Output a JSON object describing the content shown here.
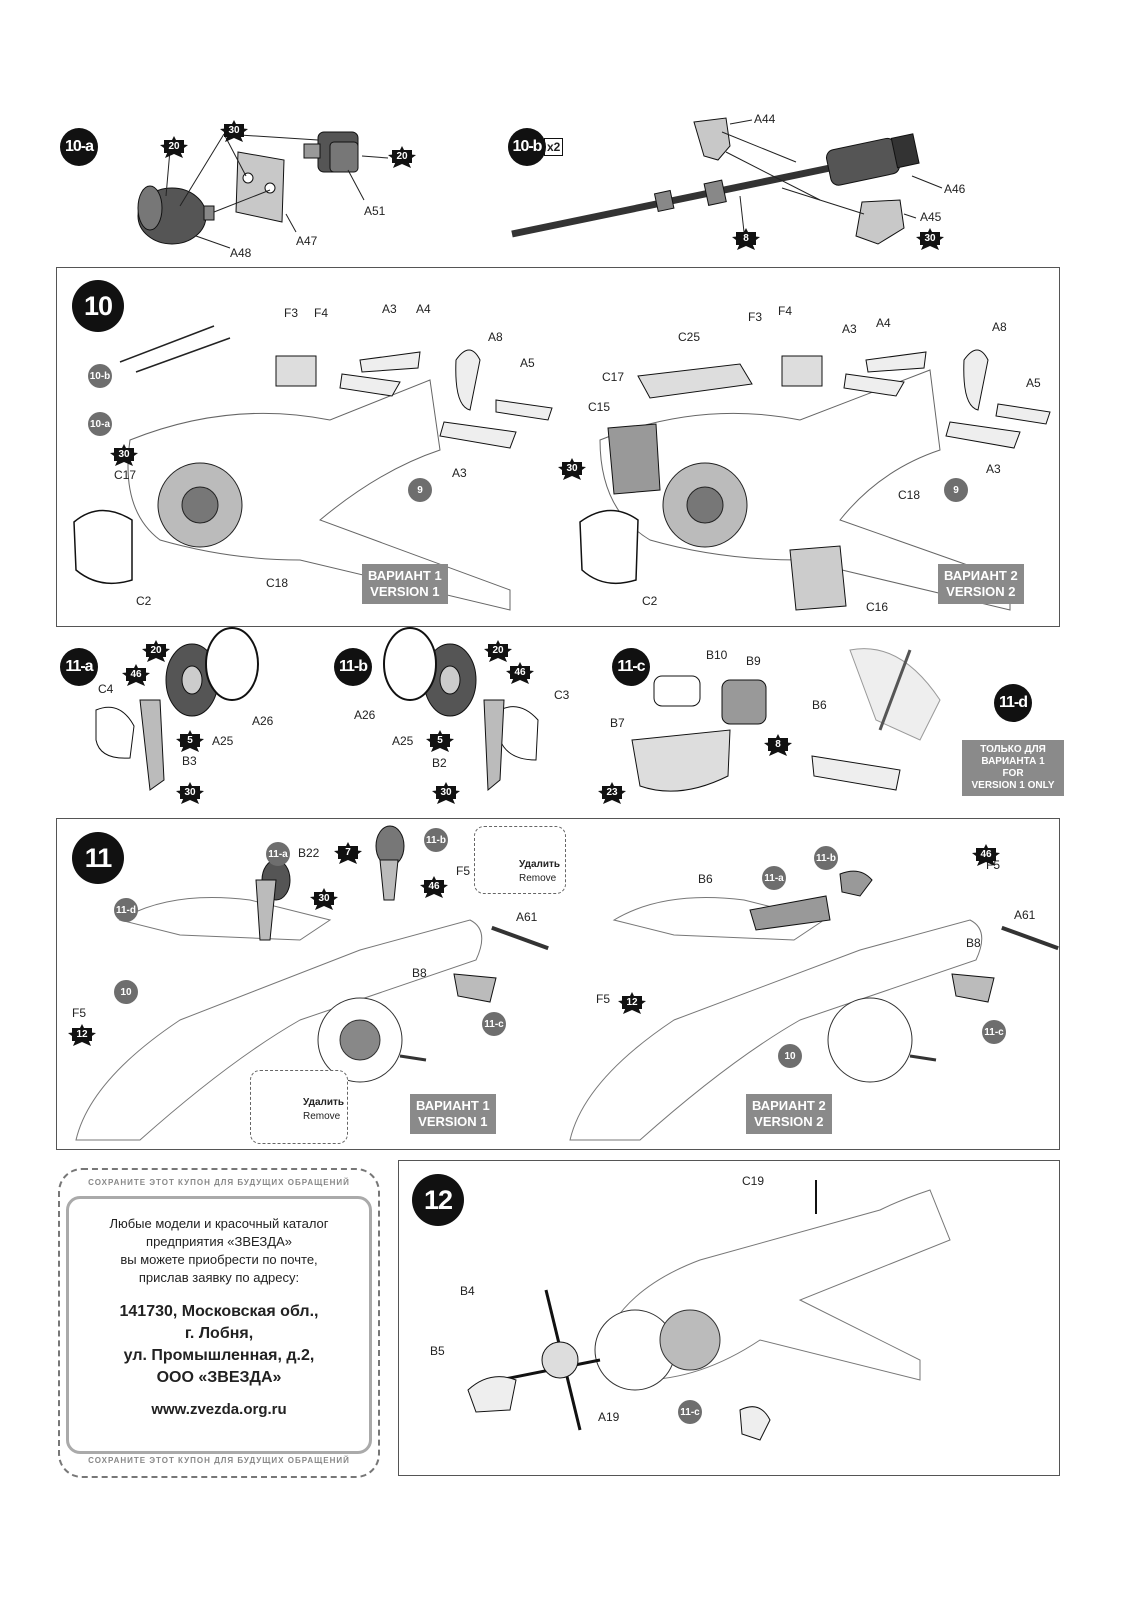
{
  "steps": {
    "s10a": "10-a",
    "s10b": "10-b",
    "s10b_mult": "x2",
    "s10": "10",
    "s11a": "11-a",
    "s11b": "11-b",
    "s11c": "11-c",
    "s11d": "11-d",
    "s11": "11",
    "s12": "12"
  },
  "sub_refs": {
    "r10b": "10-b",
    "r10a": "10-a",
    "r9a": "9",
    "r9b": "9",
    "r11d": "11-d",
    "r11a_1": "11-a",
    "r11b_1": "11-b",
    "r10_1": "10",
    "r11c_1": "11-c",
    "r11a_2": "11-a",
    "r11b_2": "11-b",
    "r10_2": "10",
    "r11c_2": "11-c",
    "r11c_3": "11-c"
  },
  "stars": {
    "st10a_20a": "20",
    "st10a_30": "30",
    "st10a_20b": "20",
    "st10b_8": "8",
    "st10b_30": "30",
    "st10_30a": "30",
    "st10_30b": "30",
    "st11a_20": "20",
    "st11a_46": "46",
    "st11a_5": "5",
    "st11a_30": "30",
    "st11b_20": "20",
    "st11b_46": "46",
    "st11b_5": "5",
    "st11b_30": "30",
    "st11c_8": "8",
    "st11c_23": "23",
    "st11_7": "7",
    "st11_30": "30",
    "st11_46a": "46",
    "st11_12a": "12",
    "st11_46b": "46",
    "st11_12b": "12"
  },
  "labels": {
    "a51": "A51",
    "a47": "A47",
    "a48": "A48",
    "a44": "A44",
    "a46": "A46",
    "a45": "A45",
    "f3a": "F3",
    "f4a": "F4",
    "a3a": "A3",
    "a4a": "A4",
    "a8a": "A8",
    "a5a": "A5",
    "a3b": "A3",
    "c17a": "C17",
    "c18a": "C18",
    "c2a": "C2",
    "c25": "C25",
    "c17b": "C17",
    "c15": "C15",
    "f3b": "F3",
    "f4b": "F4",
    "a3c": "A3",
    "a4b": "A4",
    "a8b": "A8",
    "a5b": "A5",
    "a3d": "A3",
    "c18b": "C18",
    "c2b": "C2",
    "c16": "C16",
    "c4": "C4",
    "a26a": "A26",
    "a25a": "A25",
    "b3": "B3",
    "a26b": "A26",
    "a25b": "A25",
    "b2": "B2",
    "c3": "C3",
    "b10": "B10",
    "b9": "B9",
    "b7": "B7",
    "b6a": "B6",
    "b22": "B22",
    "f5a": "F5",
    "a61a": "A61",
    "b8a": "B8",
    "f5b": "F5",
    "b6b": "B6",
    "f5c": "F5",
    "a61b": "A61",
    "b8b": "B8",
    "f5d": "F5",
    "c19": "C19",
    "b4": "B4",
    "b5": "B5",
    "a19": "A19"
  },
  "versions": {
    "v1_ru": "ВАРИАНТ 1",
    "v1_en": "VERSION 1",
    "v2_ru": "ВАРИАНТ 2",
    "v2_en": "VERSION 2",
    "v1b_ru": "ВАРИАНТ 1",
    "v1b_en": "VERSION 1",
    "v2b_ru": "ВАРИАНТ 2",
    "v2b_en": "VERSION 2"
  },
  "only_v1": {
    "l1": "ТОЛЬКО ДЛЯ",
    "l2": "ВАРИАНТА 1",
    "l3": "FOR",
    "l4": "VERSION 1 ONLY"
  },
  "remove": {
    "ru1": "Удалить",
    "en1": "Remove",
    "ru2": "Удалить",
    "en2": "Remove"
  },
  "coupon": {
    "header": "СОХРАНИТЕ ЭТОТ КУПОН ДЛЯ БУДУЩИХ ОБРАЩЕНИЙ",
    "footer": "СОХРАНИТЕ ЭТОТ КУПОН ДЛЯ БУДУЩИХ ОБРАЩЕНИЙ",
    "line1": "Любые модели и красочный каталог",
    "line2": "предприятия «ЗВЕЗДА»",
    "line3": "вы можете приобрести по почте,",
    "line4": "прислав заявку по адресу:",
    "addr1": "141730, Московская обл.,",
    "addr2": "г. Лобня,",
    "addr3": "ул. Промышленная, д.2,",
    "addr4": "ООО «ЗВЕЗДА»",
    "web": "www.zvezda.org.ru"
  }
}
